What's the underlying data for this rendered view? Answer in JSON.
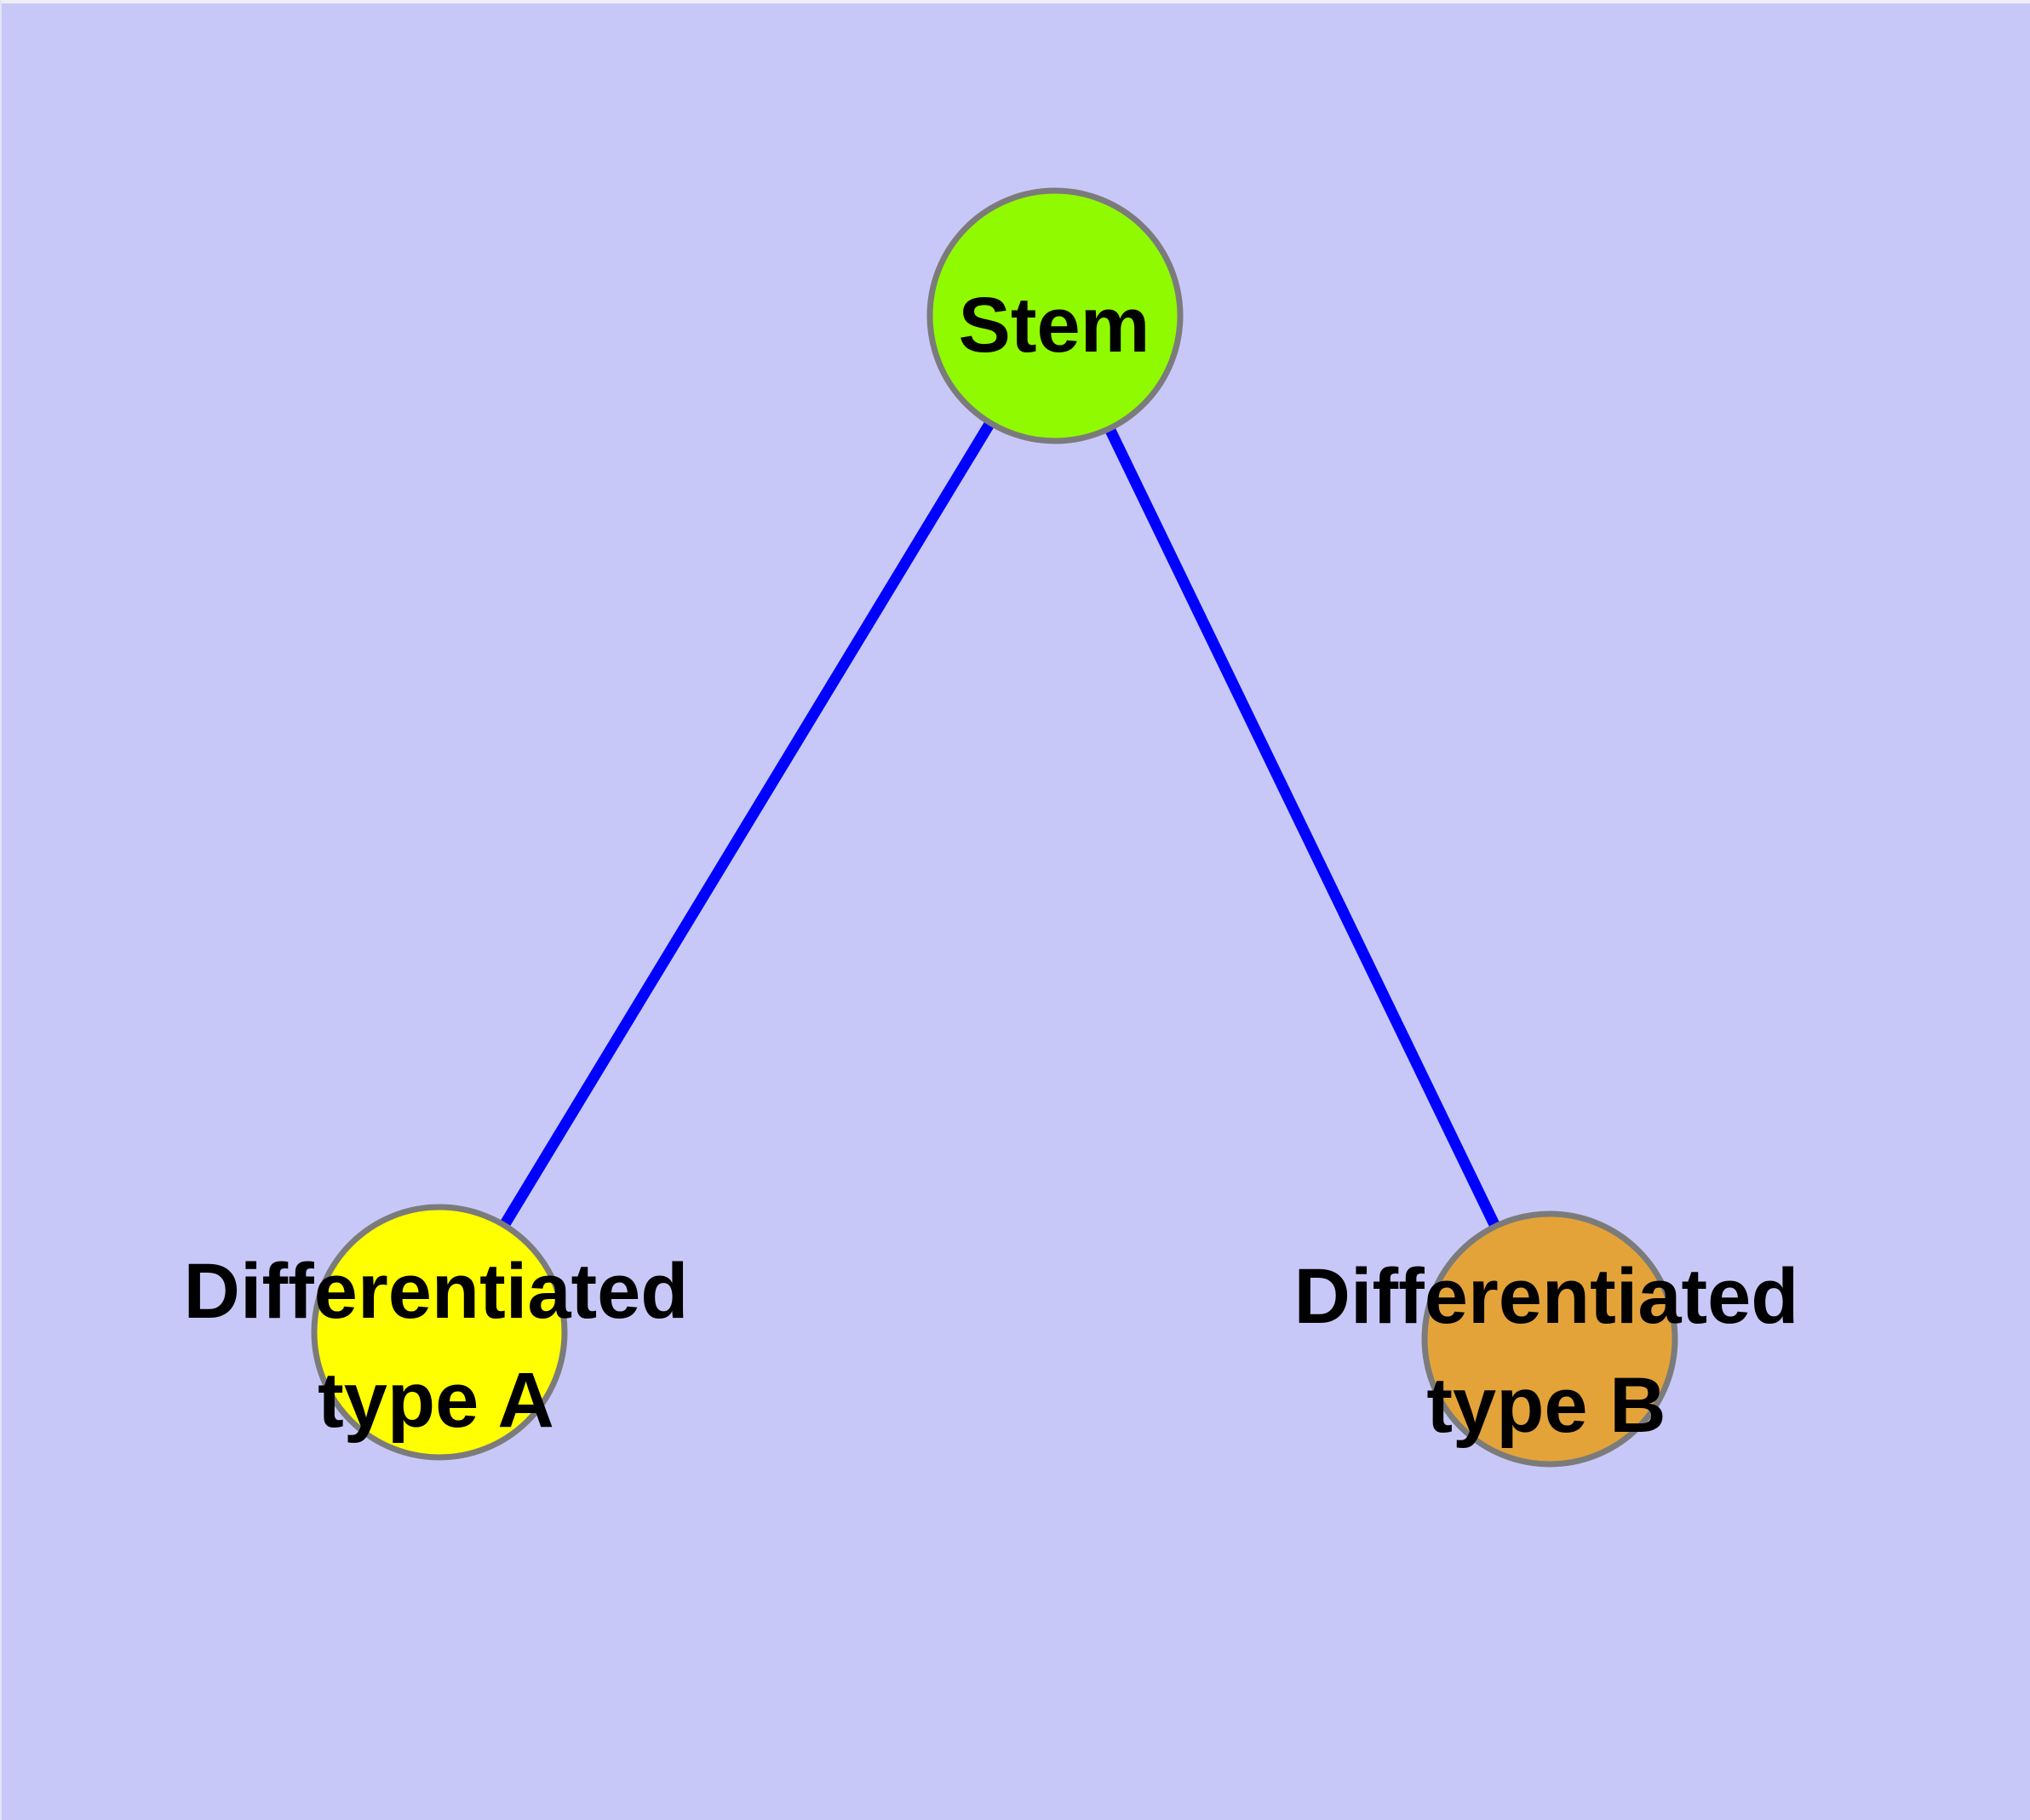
{
  "diagram": {
    "type": "node-link-graph",
    "background_color": "#C8C8F8",
    "top_margin_color": "#EEEEF8",
    "left_margin_color": "#E4E4F6",
    "edge_color": "#0000FF",
    "node_border_color": "#7B7B7B",
    "label_color": "#000000",
    "nodes": [
      {
        "id": "stem",
        "label": "Stem",
        "fill": "#90FA00"
      },
      {
        "id": "type-a",
        "label": "Differentiated type A",
        "label_line1": "Differentiated",
        "label_line2": "type A",
        "fill": "#FFFF00"
      },
      {
        "id": "type-b",
        "label": "Differentiated type B",
        "label_line1": "Differentiated",
        "label_line2": "type B",
        "fill": "#E4A339"
      }
    ],
    "edges": [
      {
        "from": "Stem",
        "to": "Differentiated type A"
      },
      {
        "from": "Stem",
        "to": "Differentiated type B"
      }
    ]
  }
}
